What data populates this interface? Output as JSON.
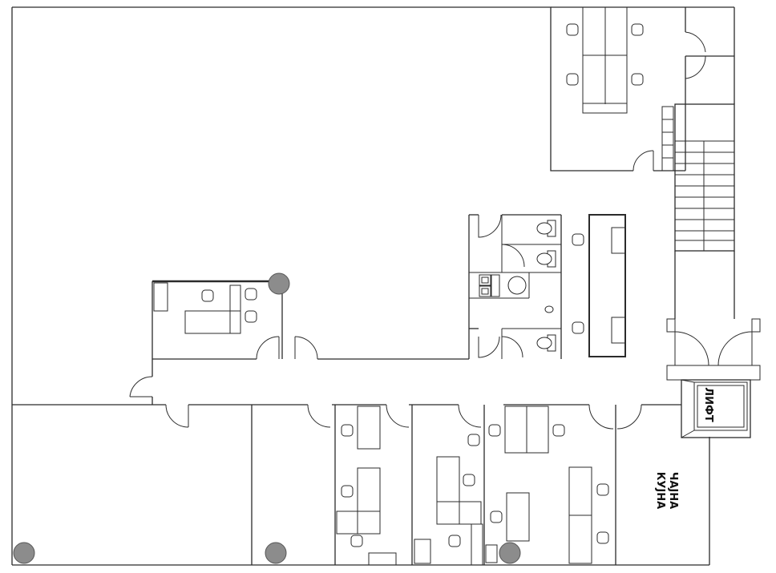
{
  "labels": {
    "elevator": "ЛИФТ",
    "kitchen_line1": "ЧАЈНА",
    "kitchen_line2": "КУЈНА"
  },
  "colors": {
    "wall": "#2b2b2b",
    "marker": "#8c8c8c",
    "background": "#ffffff"
  },
  "icons": [
    "chair-icon",
    "door-swing-icon",
    "toilet-icon",
    "sink-icon",
    "stair-icon",
    "marker-dot-icon"
  ]
}
